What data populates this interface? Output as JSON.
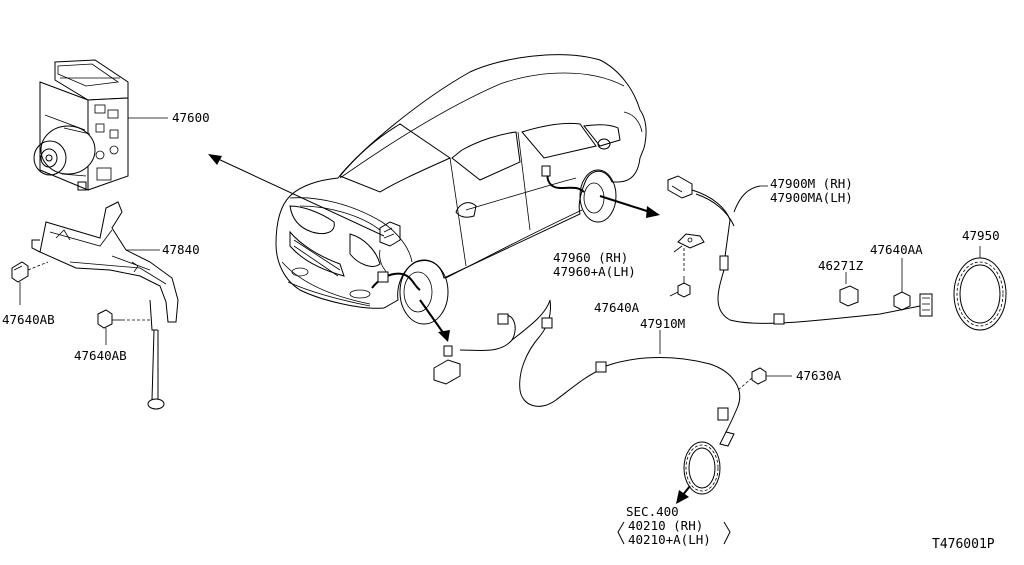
{
  "diagram": {
    "drawing_id": "T476001P",
    "parts": [
      {
        "id": "abs_actuator",
        "label": "47600"
      },
      {
        "id": "bracket",
        "label": "47840"
      },
      {
        "id": "bolt_ab_1",
        "label": "47640AB"
      },
      {
        "id": "bolt_ab_2",
        "label": "47640AB"
      },
      {
        "id": "rear_sensor_rh",
        "label": "47900M (RH)"
      },
      {
        "id": "rear_sensor_lh",
        "label": "47900MA(LH)"
      },
      {
        "id": "sensor_rotor",
        "label": "47950"
      },
      {
        "id": "bolt_aa",
        "label": "47640AA"
      },
      {
        "id": "clip",
        "label": "46271Z"
      },
      {
        "id": "bracket_rh",
        "label": "47960  (RH)"
      },
      {
        "id": "bracket_lh",
        "label": "47960+A(LH)"
      },
      {
        "id": "bolt_a",
        "label": "47640A"
      },
      {
        "id": "front_sensor",
        "label": "47910M"
      },
      {
        "id": "bolt_630a",
        "label": "47630A"
      },
      {
        "id": "sec_ref",
        "label": "SEC.400"
      },
      {
        "id": "sec_rh",
        "label": "40210  (RH)"
      },
      {
        "id": "sec_lh",
        "label": "40210+A(LH)"
      }
    ]
  }
}
